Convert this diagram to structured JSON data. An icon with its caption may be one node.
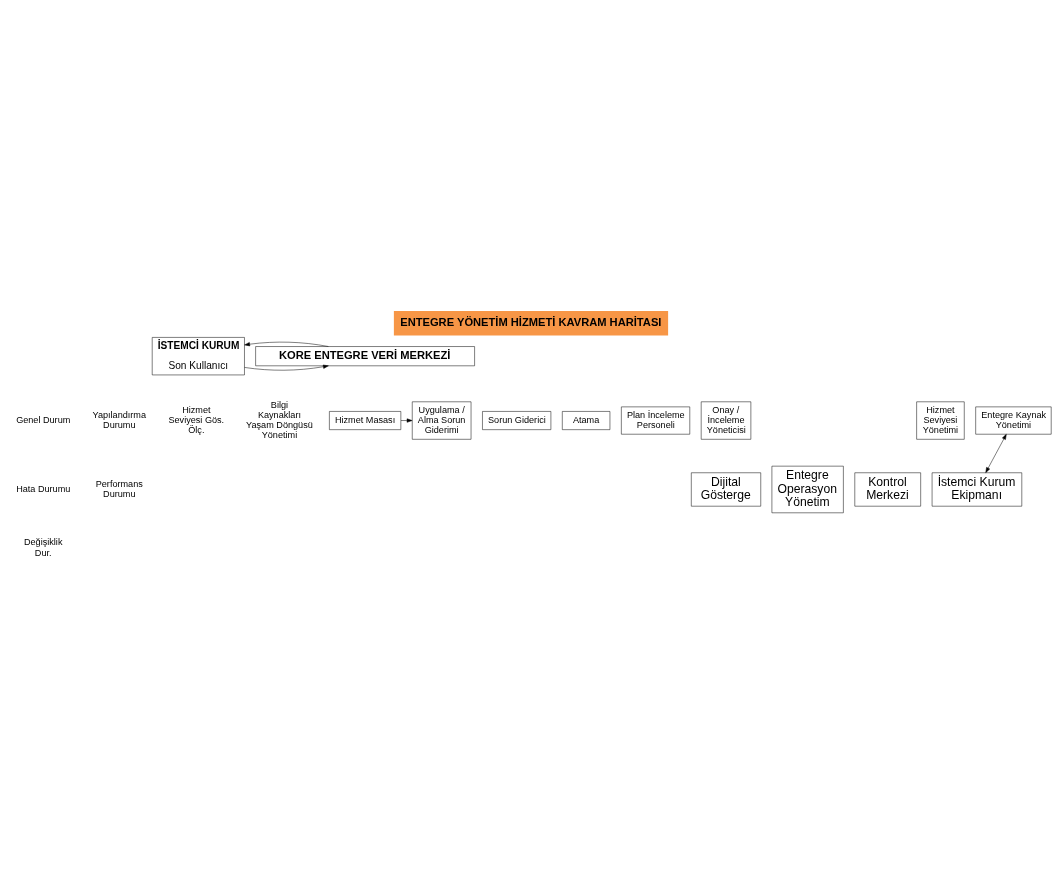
{
  "diagram": {
    "title": "ENTEGRE YÖNETİM HİZMETİ KAVRAM HARİTASI",
    "nodes": [
      {
        "text": [
          "İSTEMCİ KURUM",
          "Son Kullanıcı"
        ]
      },
      {
        "text": [
          "KORE ENTEGRE VERİ MERKEZİ"
        ]
      },
      {
        "text": [
          "Hizmet Masası"
        ]
      },
      {
        "text": [
          "Sorun Giderici"
        ]
      },
      {
        "text": [
          "Atama"
        ]
      },
      {
        "text": [
          "Uygulama / Alma Sorun Giderimi"
        ]
      },
      {
        "text": [
          "Plan İnceleme Personeli"
        ]
      },
      {
        "text": [
          "Onay / İnceleme Yöneticisi"
        ]
      },
      {
        "text": [
          "Kontrol Merkezi"
        ]
      },
      {
        "text": [
          "İstemci Kurum Ekipmanı"
        ]
      },
      {
        "text": [
          "Dijital Gösterge"
        ]
      },
      {
        "text": [
          "Entegre Operasyon Yönetim"
        ]
      },
      {
        "text": [
          "Hizmet Seviyesi Yönetimi"
        ]
      },
      {
        "text": [
          "Entegre Kaynak Yönetimi"
        ]
      }
    ],
    "edges": [
      {
        "from": 0,
        "to": 1,
        "arrow": "to"
      },
      {
        "from": 1,
        "to": 0,
        "arrow": "to"
      },
      {
        "from": 2,
        "to": 5,
        "arrow": "to"
      },
      {
        "from": 13,
        "to": 9,
        "arrow": "both"
      }
    ],
    "labels": [
      "Genel Durum",
      "Hata Durumu",
      "Değişiklik Dur.",
      "Yapılandırma Durumu",
      "Performans Durumu",
      "Hizmet Seviyesi Gös. Ölç.",
      "Bilgi Kaynakları Yaşam Döngüsü Yönetimi"
    ]
  }
}
